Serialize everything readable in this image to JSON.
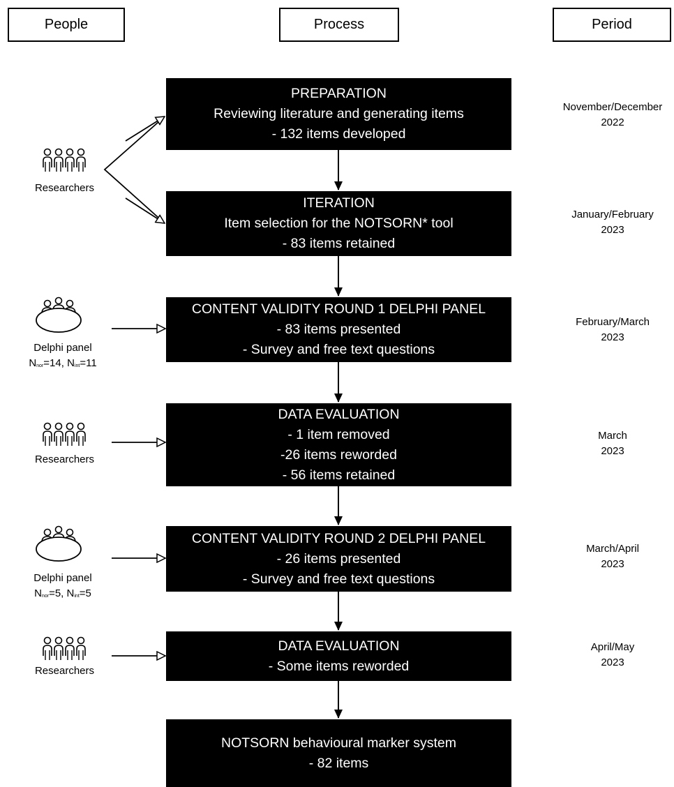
{
  "headers": {
    "people": "People",
    "process": "Process",
    "period": "Period"
  },
  "steps": [
    {
      "lines": [
        "PREPARATION",
        "Reviewing literature and generating items",
        "- 132 items developed"
      ],
      "period": [
        "November/December",
        "2022"
      ]
    },
    {
      "lines": [
        "ITERATION",
        "Item selection for the NOTSORN* tool",
        "- 83 items retained"
      ],
      "period": [
        "January/February",
        "2023"
      ]
    },
    {
      "lines": [
        "CONTENT VALIDITY ROUND 1 DELPHI PANEL",
        "- 83 items presented",
        "- Survey and free text questions"
      ],
      "period": [
        "February/March",
        "2023"
      ]
    },
    {
      "lines": [
        "DATA EVALUATION",
        "- 1 item removed",
        "-26 items reworded",
        "- 56 items retained"
      ],
      "period": [
        "March",
        "2023"
      ]
    },
    {
      "lines": [
        "CONTENT VALIDITY ROUND 2 DELPHI PANEL",
        "- 26 items presented",
        "- Survey and free text questions"
      ],
      "period": [
        "March/April",
        "2023"
      ]
    },
    {
      "lines": [
        "DATA EVALUATION",
        "- Some items reworded"
      ],
      "period": [
        "April/May",
        "2023"
      ]
    },
    {
      "lines": [
        "NOTSORN behavioural marker system",
        "- 82 items"
      ]
    }
  ],
  "people": [
    {
      "label": "Researchers",
      "icon": "researchers-icon"
    },
    {
      "label": "Delphi panel",
      "icon": "delphi-panel-icon",
      "n1": {
        "base": "N",
        "sub": "nor",
        "value": "=14,"
      },
      "n2": {
        "base": "N",
        "sub": "int",
        "value": "=11"
      }
    },
    {
      "label": "Researchers",
      "icon": "researchers-icon"
    },
    {
      "label": "Delphi panel",
      "icon": "delphi-panel-icon",
      "n1": {
        "base": "N",
        "sub": "nor",
        "value": "=5,"
      },
      "n2": {
        "base": "N",
        "sub": "int",
        "value": "=5"
      }
    },
    {
      "label": "Researchers",
      "icon": "researchers-icon"
    }
  ]
}
